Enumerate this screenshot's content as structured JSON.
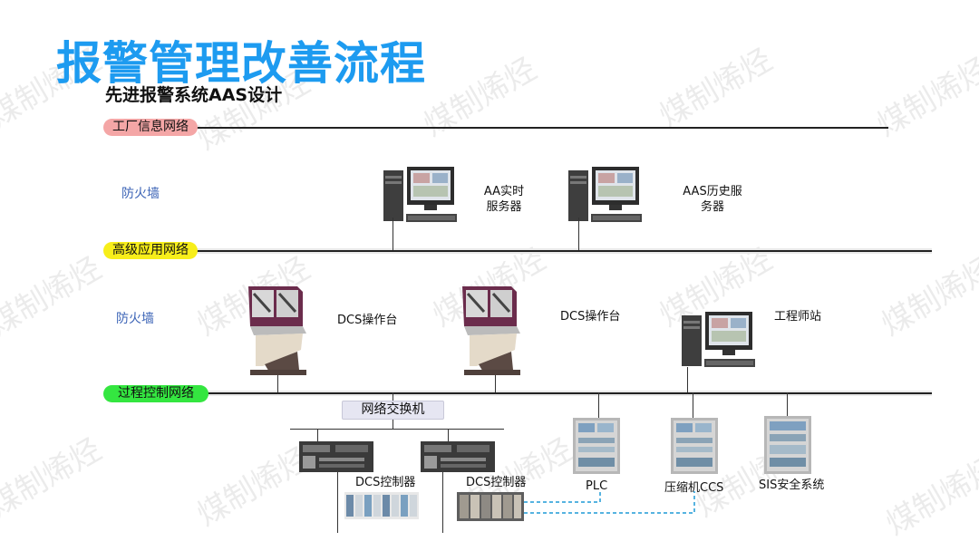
{
  "title": "报警管理改善流程",
  "subtitle": "先进报警系统AAS设计",
  "networks": {
    "plant": "工厂信息网络",
    "advanced": "高级应用网络",
    "process": "过程控制网络"
  },
  "firewalls": [
    "防火墙",
    "防火墙"
  ],
  "servers": [
    {
      "line1": "AA实时",
      "line2": "服务器"
    },
    {
      "line1": "AAS历史服",
      "line2": "务器"
    }
  ],
  "consoles": [
    "DCS操作台",
    "DCS操作台"
  ],
  "engineer_station": "工程师站",
  "switch": "网络交换机",
  "controllers": [
    "DCS控制器",
    "DCS控制器"
  ],
  "cabinets": [
    "PLC",
    "压缩机CCS",
    "SIS安全系统"
  ],
  "watermark": "煤制烯烃",
  "colors": {
    "title": "#1d9bf0",
    "plant_pill": "#f4a6a6",
    "advanced_pill": "#f7ee1a",
    "process_pill": "#34e640",
    "firewall_text": "#3b63b6",
    "link_dashed": "#1e9ad6"
  }
}
